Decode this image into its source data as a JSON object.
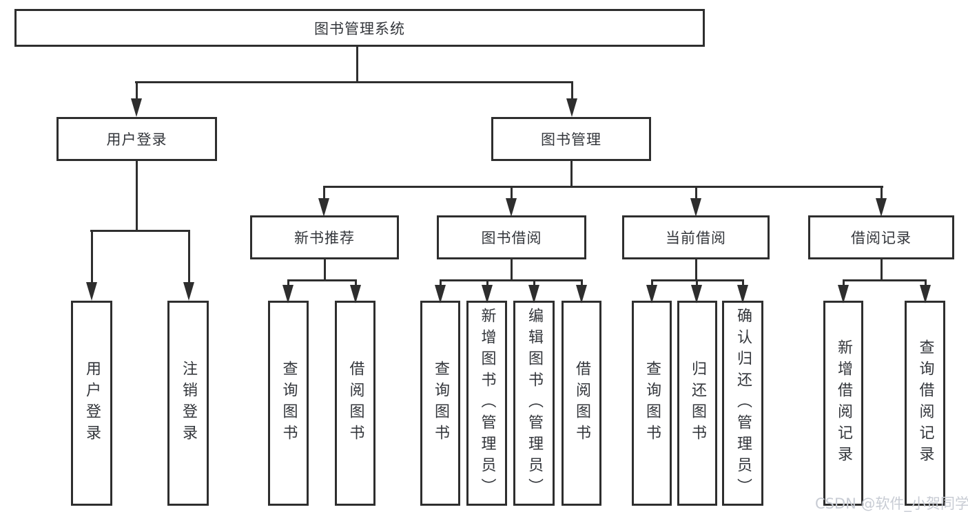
{
  "colors": {
    "line": "#2e2e2e",
    "text": "#33363b",
    "background": "#ffffff",
    "watermark": "#c8ccd4"
  },
  "tree": {
    "root": {
      "label": "图书管理系统"
    },
    "branches": [
      {
        "label": "用户登录",
        "children": [
          {
            "label": "用户登录"
          },
          {
            "label": "注销登录"
          }
        ]
      },
      {
        "label": "图书管理",
        "children": [
          {
            "label": "新书推荐",
            "children": [
              {
                "label": "查询图书"
              },
              {
                "label": "借阅图书"
              }
            ]
          },
          {
            "label": "图书借阅",
            "children": [
              {
                "label": "查询图书"
              },
              {
                "label": "新增图书（管理员）"
              },
              {
                "label": "编辑图书（管理员）"
              },
              {
                "label": "借阅图书"
              }
            ]
          },
          {
            "label": "当前借阅",
            "children": [
              {
                "label": "查询图书"
              },
              {
                "label": "归还图书"
              },
              {
                "label": "确认归还（管理员）"
              }
            ]
          },
          {
            "label": "借阅记录",
            "children": [
              {
                "label": "新增借阅记录"
              },
              {
                "label": "查询借阅记录"
              }
            ]
          }
        ]
      }
    ]
  },
  "watermark": {
    "text": "CSDN @软件_小贺同学"
  }
}
